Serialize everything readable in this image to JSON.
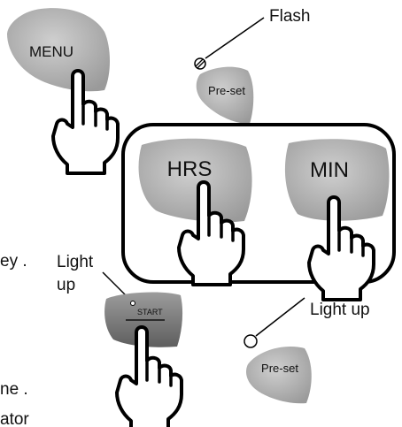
{
  "labels": {
    "flash": "Flash",
    "menu": "MENU",
    "preset_top": "Pre-set",
    "hrs": "HRS",
    "min": "MIN",
    "light_left_1": "Light",
    "light_left_2": "up",
    "start": "START",
    "light_up_right": "Light up",
    "preset_bottom": "Pre-set",
    "frag_1": "ey .",
    "frag_2": "ne .",
    "frag_3": "ator"
  },
  "icons": [
    "hand-pointer-icon",
    "indicator-light-icon"
  ],
  "colors": {
    "key_fill": "#b3b3b3",
    "key_dark": "#6e6e6e",
    "frame": "#000000"
  }
}
